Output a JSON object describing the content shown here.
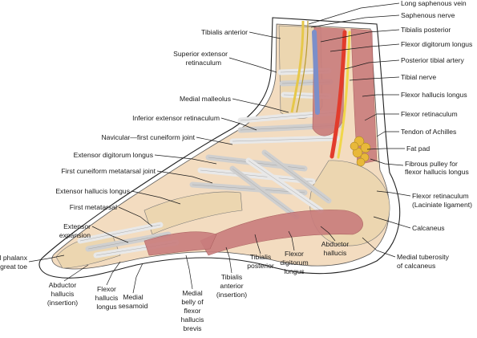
{
  "palette": {
    "skin": "#f3dcc0",
    "bone": "#ecd6b0",
    "ligament": "#e8e8e8",
    "muscle": "#c97d7d",
    "muscle_dark": "#a85c5c",
    "vein": "#e6c84a",
    "nerve": "#f0d64a",
    "artery": "#e23c2c",
    "vessel_blue": "#7c8fc9",
    "fat": "#e8b83a",
    "tendon": "#dcdcdc"
  },
  "labels": {
    "long_saphenous_vein": "Long saphenous vein",
    "saphenous_nerve": "Saphenous nerve",
    "tibialis_posterior_top": "Tibialis posterior",
    "flexor_digitorum_longus_top": "Flexor digitorum longus",
    "posterior_tibial_artery": "Posterior tibial artery",
    "tibial_nerve": "Tibial nerve",
    "flexor_hallucis_longus_right": "Flexor hallucis longus",
    "flexor_retinaculum": "Flexor retinaculum",
    "tendon_of_achilles": "Tendon of Achilles",
    "fat_pad": "Fat pad",
    "fibrous_pulley_1": "Fibrous pulley for",
    "fibrous_pulley_2": "flexor hallucis longus",
    "flexor_retinaculum_lac_1": "Flexor retinaculum",
    "flexor_retinaculum_lac_2": "(Laciniate ligament)",
    "calcaneus": "Calcaneus",
    "medial_tuberosity_1": "Medial tuberosity",
    "medial_tuberosity_2": "of calcaneus",
    "tibialis_anterior": "Tibialis anterior",
    "superior_extensor_1": "Superior extensor",
    "superior_extensor_2": "retinaculum",
    "medial_malleolus": "Medial malleolus",
    "inferior_extensor": "Inferior extensor retinaculum",
    "navicular_joint": "Navicular—first cuneiform joint",
    "extensor_digitorum_longus": "Extensor digitorum longus",
    "first_cuneiform_joint": "First cuneiform metatarsal joint",
    "extensor_hallucis_longus": "Extensor hallucis longus",
    "first_metatarsal": "First metatarsal",
    "extensor_expansion_1": "Extensor",
    "extensor_expansion_2": "expansion",
    "distal_phalanx_1": "Distal phalanx",
    "distal_phalanx_2": "of great toe",
    "abductor_hallucis_ins_1": "Abductor",
    "abductor_hallucis_ins_2": "hallucis",
    "abductor_hallucis_ins_3": "(insertion)",
    "flexor_hallucis_longus_b1": "Flexor",
    "flexor_hallucis_longus_b2": "hallucis",
    "flexor_hallucis_longus_b3": "longus",
    "medial_sesamoid_1": "Medial",
    "medial_sesamoid_2": "sesamoid",
    "medial_belly_1": "Medial",
    "medial_belly_2": "belly of",
    "medial_belly_3": "flexor",
    "medial_belly_4": "hallucis",
    "medial_belly_5": "brevis",
    "tibialis_anterior_ins_1": "Tibialis",
    "tibialis_anterior_ins_2": "anterior",
    "tibialis_anterior_ins_3": "(insertion)",
    "tibialis_posterior_b1": "Tibialis",
    "tibialis_posterior_b2": "posterior",
    "flexor_digitorum_longus_b1": "Flexor",
    "flexor_digitorum_longus_b2": "digitorum",
    "flexor_digitorum_longus_b3": "longus",
    "abductor_hallucis_b1": "Abductor",
    "abductor_hallucis_b2": "hallucis"
  }
}
